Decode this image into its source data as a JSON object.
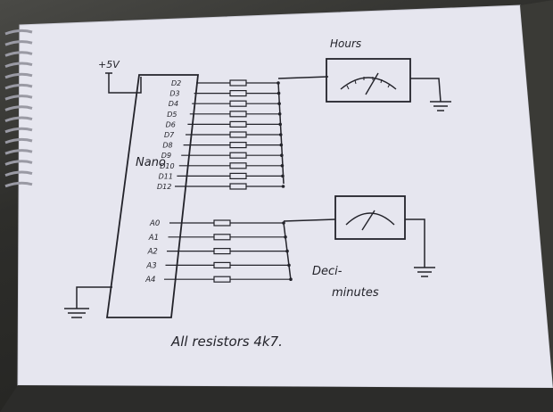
{
  "supply_label": "+5V",
  "chip_label": "Nano",
  "digital_pins": [
    "D2",
    "D3",
    "D4",
    "D5",
    "D6",
    "D7",
    "D8",
    "D9",
    "D10",
    "D11",
    "D12"
  ],
  "analog_pins": [
    "A0",
    "A1",
    "A2",
    "A3",
    "A4"
  ],
  "meter_top_label": "Hours",
  "meter_bottom_label_line1": "Deci-",
  "meter_bottom_label_line2": "minutes",
  "note": "All resistors 4k7.",
  "colors": {
    "paper": "#e6e6ef",
    "ink": "#23232a",
    "background": "#2a2a28"
  }
}
